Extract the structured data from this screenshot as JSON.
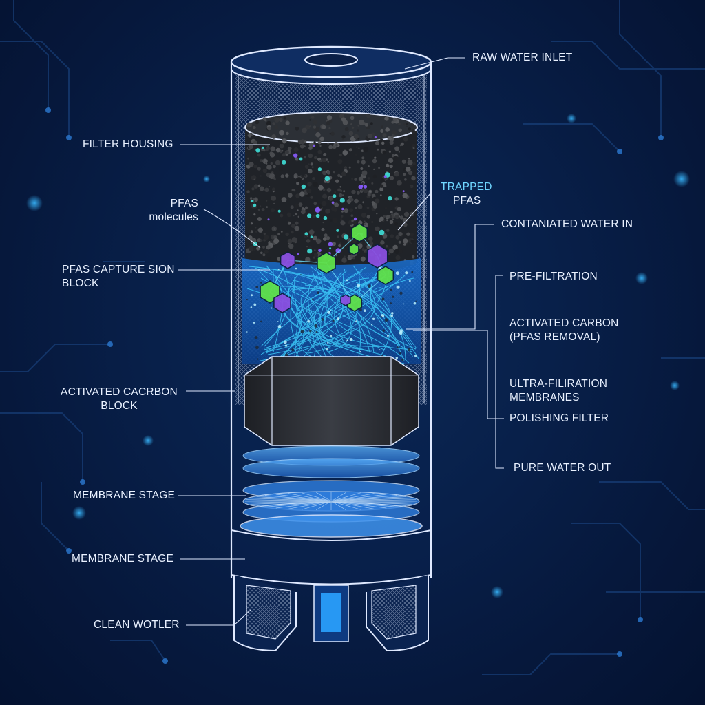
{
  "labels_left": {
    "filter_housing": "FILTER HOUSING",
    "pfas_molecules_1": "PFAS",
    "pfas_molecules_2": "molecules",
    "pfas_capture_1": "PFAS CAPTURE SION",
    "pfas_capture_2": "BLOCK",
    "carbon_block_1": "ACTIVATED CACRBON",
    "carbon_block_2": "BLOCK",
    "membrane_stage_1": "MEMBRANE STAGE",
    "membrane_stage_2": "MEMBRANE STAGE",
    "clean_water": "CLEAN WOTLER"
  },
  "labels_right": {
    "raw_inlet": "RAW WATER INLET",
    "trapped_1": "TRAPPED",
    "trapped_2": "PFAS",
    "contaminated_in": "CONTANIATED WATER IN",
    "pre_filtration": "PRE-FILTRATION",
    "activated_carbon_1": "ACTIVATED CARBON",
    "activated_carbon_2": "(PFAS  REMOVAL)",
    "ultra_1": "ULTRA-FILIRATION",
    "ultra_2": "MEMBRANES",
    "polishing": "POLISHING FILTER",
    "pure_out": "PURE WATER OUT"
  },
  "colors": {
    "background": "#06173a",
    "outline": "#dfe9ff",
    "pfas_green": "#5fe04a",
    "pfas_purple": "#8a4fe0",
    "fiber_cyan": "#3fd2ff",
    "carbon_dark": "#2a2d33"
  }
}
